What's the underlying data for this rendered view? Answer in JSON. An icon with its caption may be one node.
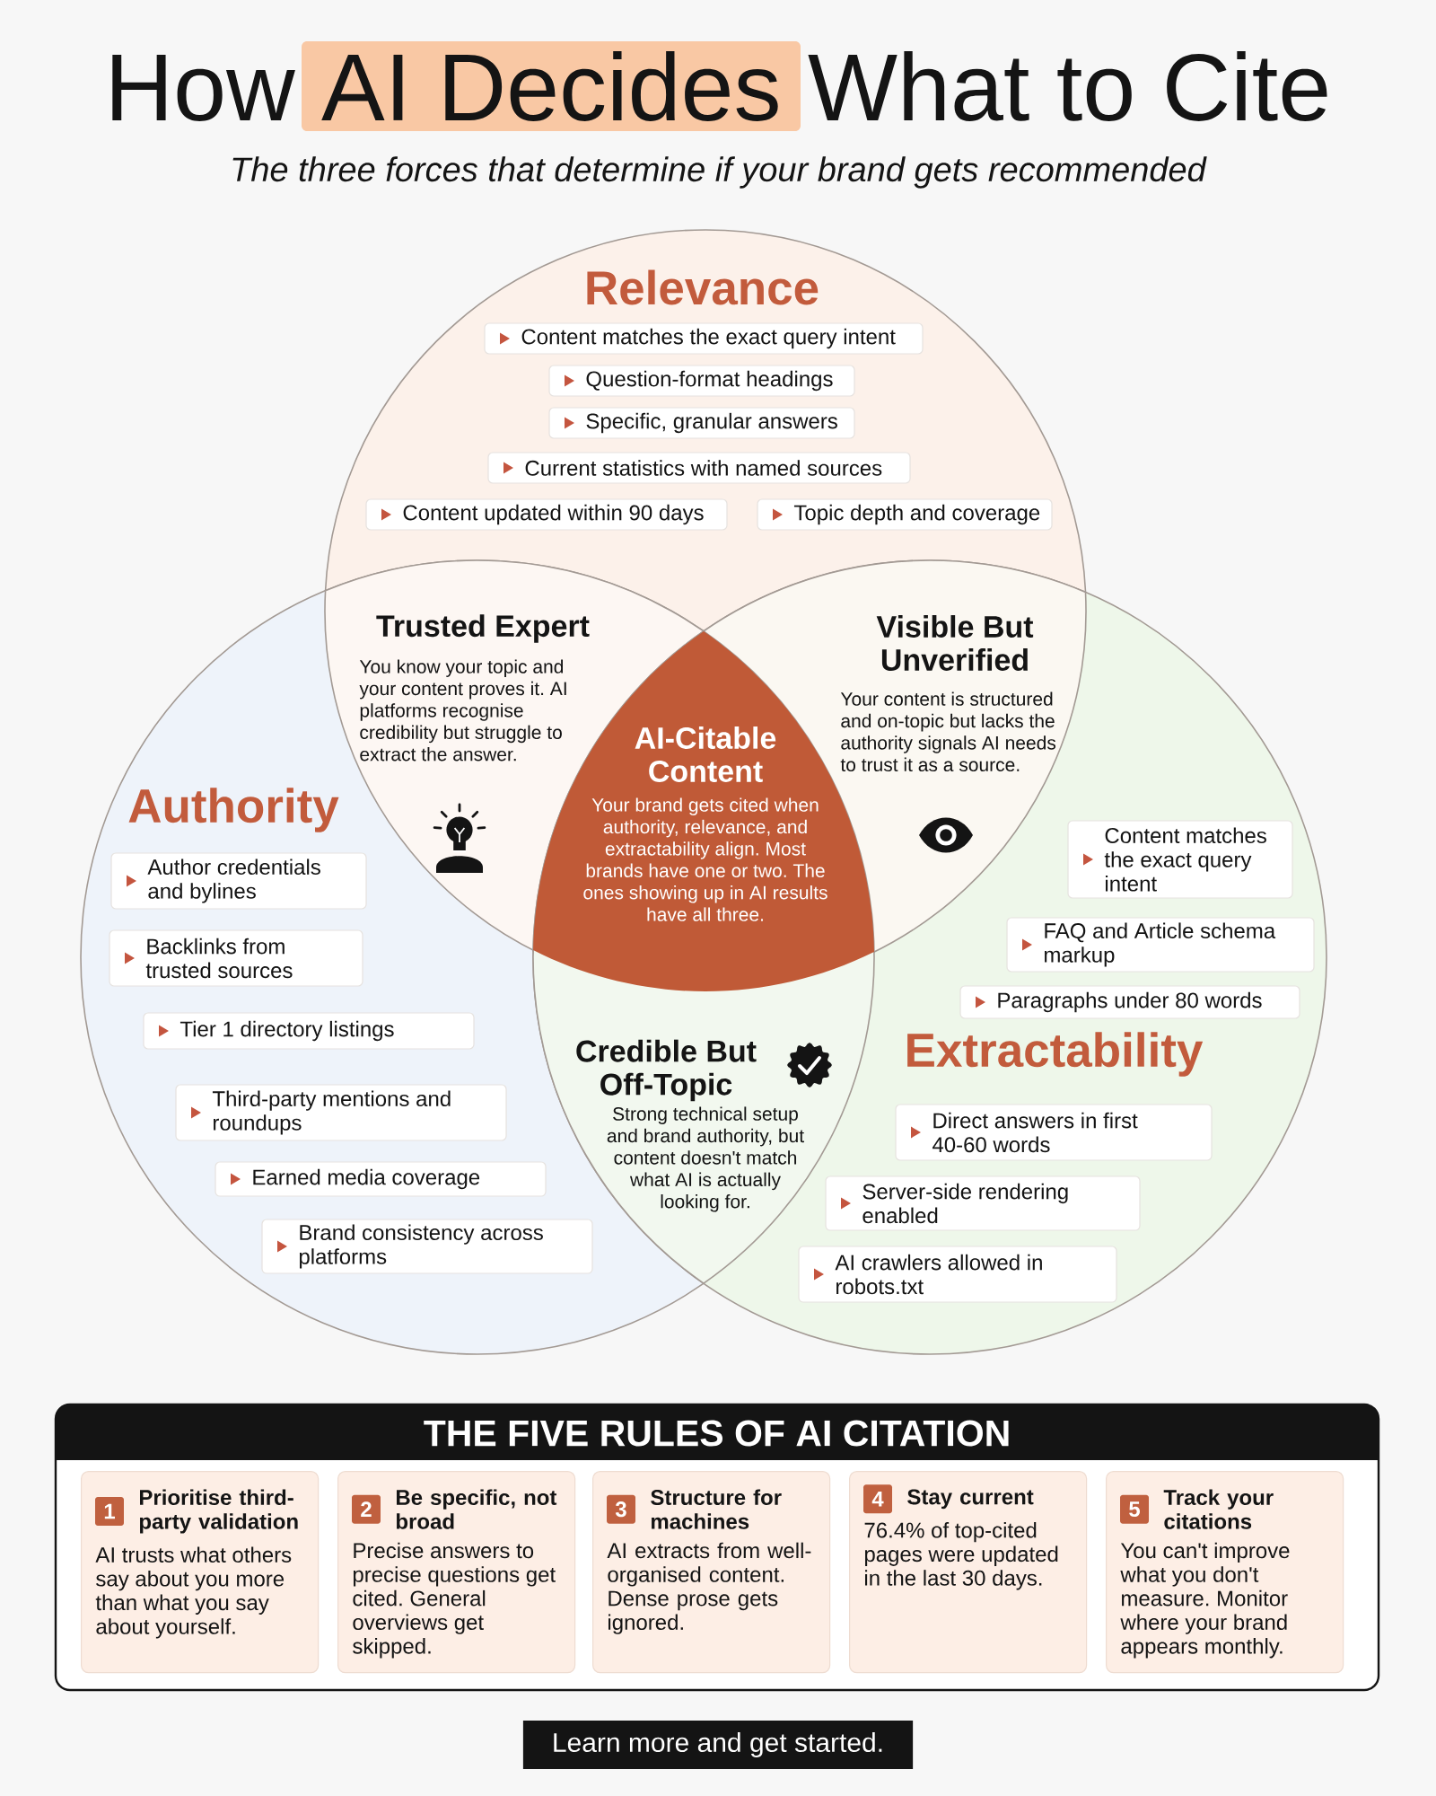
{
  "diagram": {
    "title": "How AI Decides What to Cite",
    "nodes": [
      {
        "text": [
          "Relevance"
        ]
      },
      {
        "text": [
          "Content matches the exact query intent"
        ],
        "in": 0
      },
      {
        "text": [
          "Question-format headings"
        ],
        "in": 0
      },
      {
        "text": [
          "Specific, granular answers"
        ],
        "in": 0
      },
      {
        "text": [
          "Current statistics with named sources"
        ],
        "in": 0
      },
      {
        "text": [
          "Content updated within 90 days"
        ],
        "in": 0
      },
      {
        "text": [
          "Topic depth and coverage"
        ],
        "in": 0
      },
      {
        "text": [
          "Trusted Expert",
          "You know your topic and your content proves it. AI platforms recognise credibility but struggle to extract the answer."
        ]
      },
      {
        "text": [
          "Visible But Unverified",
          "Your content is structured and on-topic but lacks the authority signals AI needs to trust it as a source."
        ]
      },
      {
        "text": [
          "AI-Citable Content",
          "Your brand gets cited when authority, relevance, and extractability align. Most brands have one or two. The ones showing up in AI results have all three."
        ]
      },
      {
        "text": [
          "Authority"
        ]
      },
      {
        "text": [
          "Author credentials and bylines"
        ],
        "in": 10
      },
      {
        "text": [
          "Backlinks from trusted sources"
        ],
        "in": 10
      },
      {
        "text": [
          "Tier 1 directory listings"
        ],
        "in": 10
      },
      {
        "text": [
          "Third-party mentions and roundups"
        ],
        "in": 10
      },
      {
        "text": [
          "Earned media coverage"
        ],
        "in": 10
      },
      {
        "text": [
          "Brand consistency across platforms"
        ],
        "in": 10
      },
      {
        "text": [
          "Credible But Off-Topic",
          "Strong technical setup and brand authority, but content doesn't match what AI is actually looking for."
        ]
      },
      {
        "text": [
          "Extractability"
        ]
      },
      {
        "text": [
          "Content matches the exact query intent"
        ],
        "in": 18
      },
      {
        "text": [
          "FAQ and Article schema markup"
        ],
        "in": 18
      },
      {
        "text": [
          "Paragraphs under 80 words"
        ],
        "in": 18
      },
      {
        "text": [
          "Direct answers in first 40-60 words"
        ],
        "in": 18
      },
      {
        "text": [
          "Server-side rendering enabled"
        ],
        "in": 18
      },
      {
        "text": [
          "AI crawlers allowed in robots.txt"
        ],
        "in": 18
      },
      {
        "text": [
          "THE FIVE RULES OF AI CITATION"
        ]
      },
      {
        "text": [
          "Prioritise third-party validation",
          "AI trusts what others say about you more than what you say about yourself."
        ],
        "in": 25
      },
      {
        "text": [
          "1"
        ],
        "in": 26
      },
      {
        "text": [
          "Be specific, not broad",
          "Precise answers to precise questions get cited. General overviews get skipped."
        ],
        "in": 25
      },
      {
        "text": [
          "2"
        ],
        "in": 28
      },
      {
        "text": [
          "Structure for machines",
          "AI extracts from well-organised content. Dense prose gets ignored."
        ],
        "in": 25
      },
      {
        "text": [
          "3"
        ],
        "in": 30
      },
      {
        "text": [
          "Stay current",
          "76.4% of top-cited pages were updated in the last 30 days."
        ],
        "in": 25
      },
      {
        "text": [
          "4"
        ],
        "in": 32
      },
      {
        "text": [
          "Track your citations",
          "You can't improve what you don't measure. Monitor where your brand appears monthly."
        ],
        "in": 25
      },
      {
        "text": [
          "5"
        ],
        "in": 34
      },
      {
        "text": [
          "Learn more and get started."
        ]
      }
    ],
    "labels": [
      "The three forces that determine if your brand gets recommended"
    ]
  }
}
